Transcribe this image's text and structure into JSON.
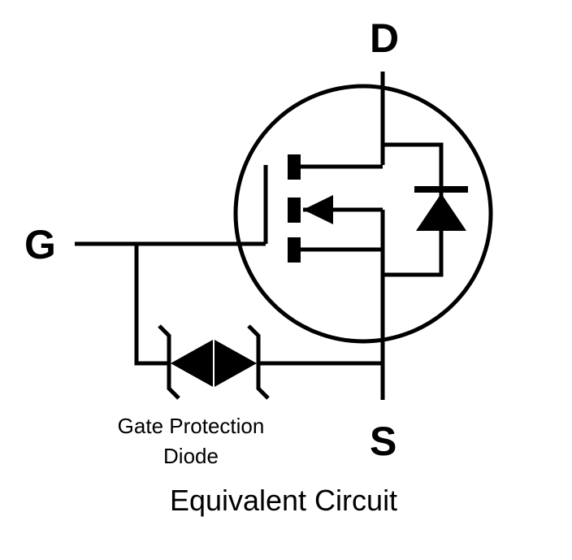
{
  "pins": {
    "drain": "D",
    "gate": "G",
    "source": "S"
  },
  "gate_protection_label": {
    "line1": "Gate Protection",
    "line2": "Diode"
  },
  "caption": "Equivalent Circuit",
  "colors": {
    "ink": "#000000",
    "background": "#ffffff"
  },
  "icons": {
    "mosfet": "n-channel-enhancement-mosfet-symbol",
    "body_diode": "diode-icon",
    "protection_diode": "back-to-back-zener-diode-icon"
  }
}
